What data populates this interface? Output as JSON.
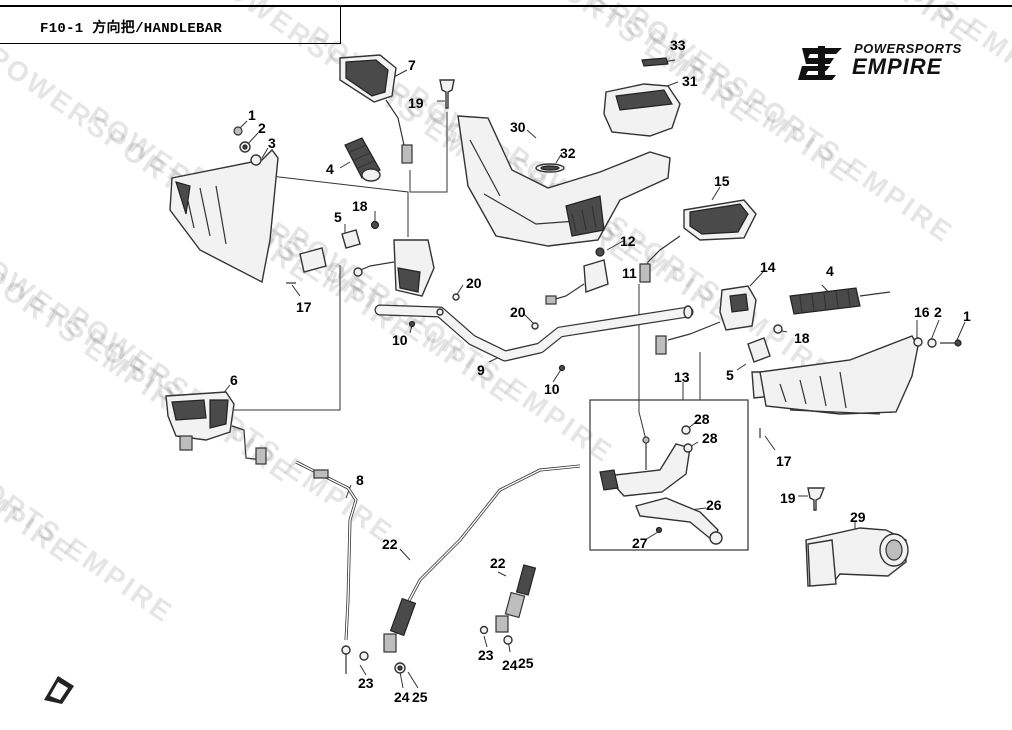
{
  "header": {
    "title": "F10-1 方向把/HANDLEBAR"
  },
  "logo": {
    "line1": "POWERSPORTS",
    "line2": "EMPIRE"
  },
  "watermark_text": "POWERSPORTS EMPIRE",
  "callouts": [
    "1",
    "2",
    "3",
    "4",
    "5",
    "6",
    "7",
    "8",
    "9",
    "10",
    "11",
    "12",
    "13",
    "14",
    "15",
    "16",
    "17",
    "18",
    "19",
    "20",
    "22",
    "23",
    "24",
    "25",
    "26",
    "27",
    "28",
    "29",
    "30",
    "31",
    "32",
    "33"
  ],
  "colors": {
    "ink": "#333333",
    "dark_part": "#4a4a4a",
    "highlight": "#f2f2f2"
  }
}
